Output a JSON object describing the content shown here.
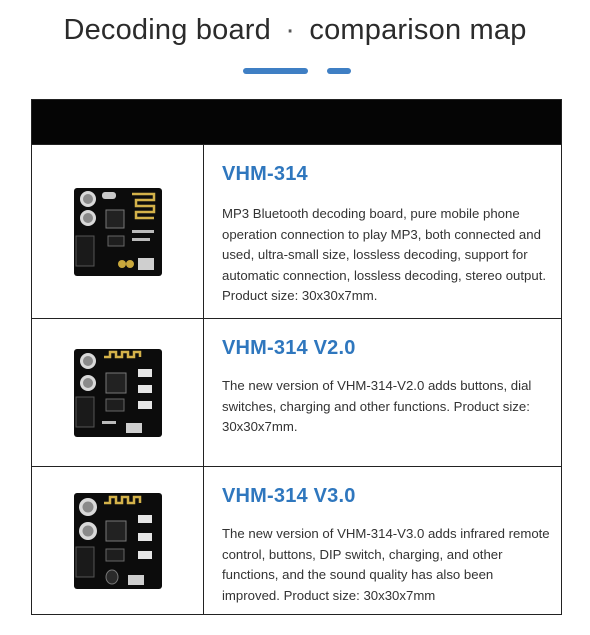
{
  "page": {
    "title_left": "Decoding board",
    "title_sep": "·",
    "title_right": "comparison map"
  },
  "colors": {
    "accent": "#3f7fc4",
    "header_bg": "#050505"
  },
  "rows": [
    {
      "model": "VHM-314",
      "description": "MP3 Bluetooth decoding board, pure mobile phone operation connection to play MP3, both connected and used, ultra-small size, lossless decoding, support for automatic connection, lossless decoding, stereo output. Product size: 30x30x7mm.",
      "image": "pcb-board-v1"
    },
    {
      "model": "VHM-314 V2.0",
      "description": "The new version of VHM-314-V2.0 adds buttons, dial switches, charging and other functions. Product size: 30x30x7mm.",
      "image": "pcb-board-v2"
    },
    {
      "model": "VHM-314 V3.0",
      "description": "The new version of VHM-314-V3.0 adds infrared remote control, buttons, DIP switch, charging, and other functions, and the sound quality has also been improved. Product size: 30x30x7mm",
      "image": "pcb-board-v3"
    }
  ]
}
